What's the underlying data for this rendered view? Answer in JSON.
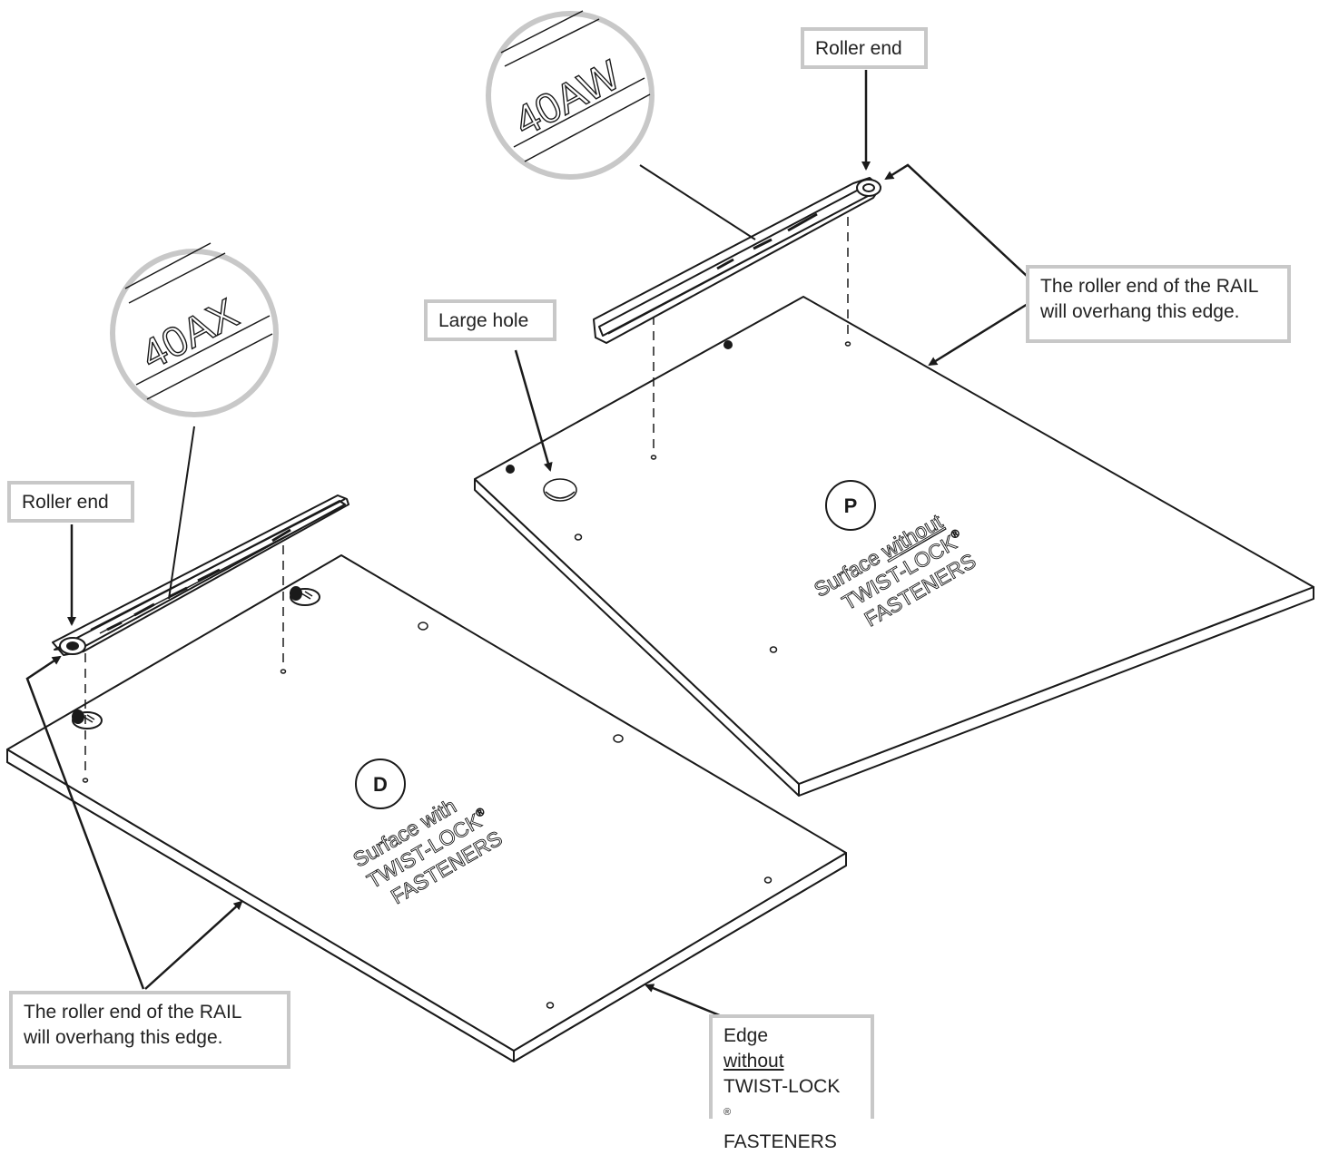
{
  "colors": {
    "line": "#1a1a1a",
    "callout_border": "#c8c8c8",
    "zoom_ring": "#c8c8c8"
  },
  "callouts": {
    "roller_end_left": "Roller end",
    "roller_end_right": "Roller end",
    "large_hole": "Large hole",
    "overhang_left": [
      "The roller end of the RAIL",
      "will overhang this edge."
    ],
    "overhang_right": [
      "The roller end of the RAIL",
      "will overhang this edge."
    ],
    "edge_without": {
      "line1": "Edge",
      "line1_underlined": "without",
      "line2": "TWIST-LOCK",
      "reg": "®",
      "line3": "FASTENERS"
    }
  },
  "zoom": {
    "left_code": "40AX",
    "right_code": "40AW"
  },
  "panels": {
    "d": {
      "letter": "D",
      "line1": "Surface with",
      "line2": "TWIST-LOCK",
      "reg": "®",
      "line3": "FASTENERS"
    },
    "p": {
      "letter": "P",
      "line1": "Surface",
      "line1_underlined": "without",
      "line2": "TWIST-LOCK",
      "reg": "®",
      "line3": "FASTENERS"
    }
  }
}
